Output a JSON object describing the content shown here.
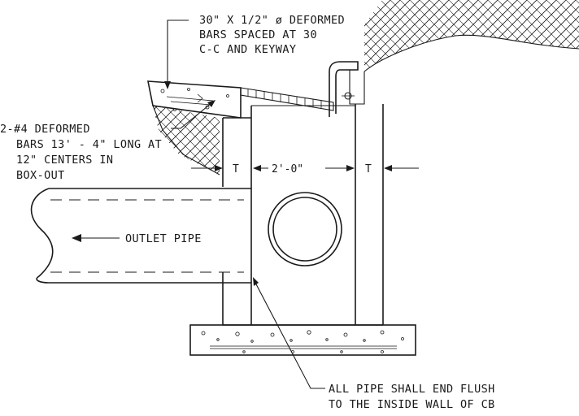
{
  "notes": {
    "dowel_line1": "30\" X 1/2\" ø DEFORMED",
    "dowel_line2": "BARS SPACED AT 30",
    "dowel_line3": "C-C AND KEYWAY",
    "rebar_line1": "2-#4 DEFORMED",
    "rebar_line2": "BARS 13' - 4\" LONG AT",
    "rebar_line3": "12\" CENTERS IN",
    "rebar_line4": "BOX-OUT",
    "outlet": "OUTLET PIPE",
    "flush_line1": "ALL PIPE SHALL END FLUSH",
    "flush_line2": "TO THE INSIDE WALL OF CB"
  },
  "dimensions": {
    "left_wall": "T",
    "inside_width": "2'-0\"",
    "right_wall": "T"
  },
  "colors": {
    "line": "#1a1a1a",
    "background": "#ffffff"
  }
}
